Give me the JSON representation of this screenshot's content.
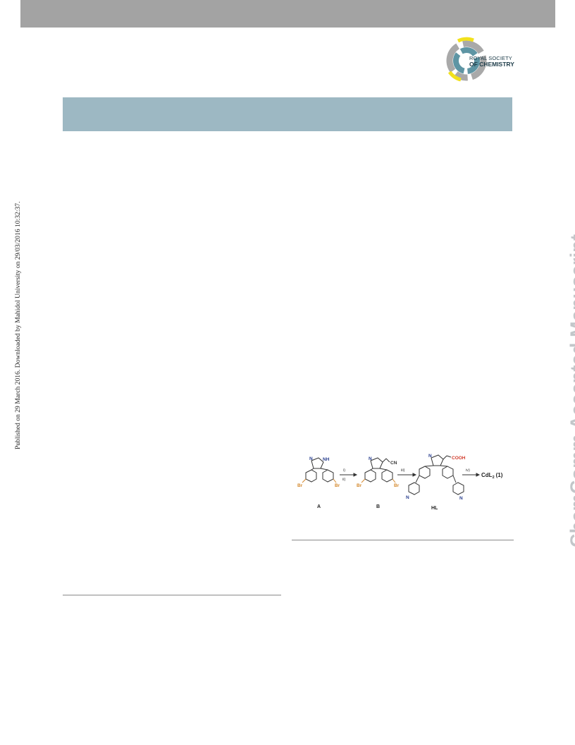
{
  "header": {
    "logo": {
      "icon": "rsc-circular-logo-icon",
      "line1": "ROYAL SOCIETY",
      "line2": "OF CHEMISTRY",
      "colors": {
        "dark": "#1d3c49",
        "teal": "#5e95a4",
        "yellow": "#f2e11c",
        "gray": "#a9a9a9"
      }
    }
  },
  "side_note": "Published on 29 March 2016. Downloaded by Mahidol University on 29/03/2016 10:32:37.",
  "watermark": "ChemComm Accepted Manuscript",
  "scheme": {
    "labels": {
      "A": "A",
      "B": "B",
      "HL": "HL",
      "nh": "NH",
      "n": "N",
      "br": "Br",
      "cn": "CN",
      "cooh": "COOH",
      "step1": "i)",
      "step2": "ii)",
      "step3": "iii)",
      "step4": "iv)",
      "product_main": "CdL",
      "product_sub": "2",
      "product_num": "(1)"
    },
    "colors": {
      "bond": "#333333",
      "bromine": "#d4882c",
      "carboxyl": "#d23b2b",
      "nitrogen": "#2a3f8f"
    }
  }
}
